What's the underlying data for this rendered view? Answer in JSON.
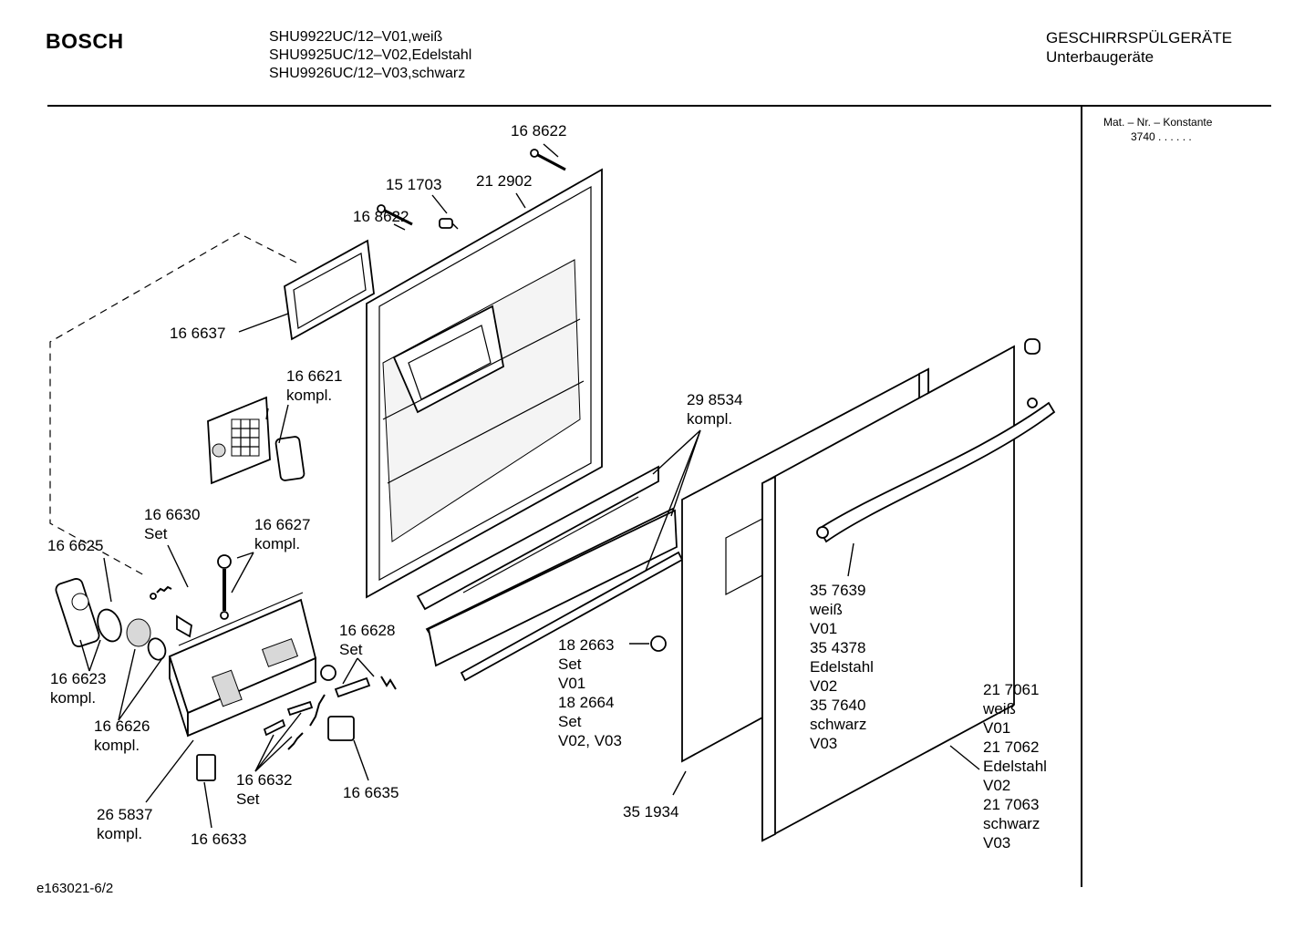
{
  "header": {
    "brand": "BOSCH",
    "models": [
      "SHU9922UC/12–V01,weiß",
      "SHU9925UC/12–V02,Edelstahl",
      "SHU9926UC/12–V03,schwarz"
    ],
    "category": [
      "GESCHIRRSPÜLGERÄTE",
      "Unterbaugeräte"
    ]
  },
  "mat_info": {
    "label": "Mat. – Nr. – Konstante",
    "value": "3740  .  .    .  .  .  ."
  },
  "footer": {
    "code": "e163021-6/2"
  },
  "callouts": [
    {
      "id": "c1",
      "lines": [
        "16 8622"
      ]
    },
    {
      "id": "c2",
      "lines": [
        "15 1703"
      ]
    },
    {
      "id": "c3",
      "lines": [
        "21 2902"
      ]
    },
    {
      "id": "c4",
      "lines": [
        "16 8622"
      ]
    },
    {
      "id": "c5",
      "lines": [
        "16 6637"
      ]
    },
    {
      "id": "c6",
      "lines": [
        "16 6621",
        "kompl."
      ]
    },
    {
      "id": "c7",
      "lines": [
        "29 8534",
        "kompl."
      ]
    },
    {
      "id": "c8",
      "lines": [
        "16 6630",
        "Set"
      ]
    },
    {
      "id": "c9",
      "lines": [
        "16 6627",
        "kompl."
      ]
    },
    {
      "id": "c10",
      "lines": [
        "16 6625"
      ]
    },
    {
      "id": "c11",
      "lines": [
        "16 6628",
        "Set"
      ]
    },
    {
      "id": "c12",
      "lines": [
        "16 6623",
        "kompl."
      ]
    },
    {
      "id": "c13",
      "lines": [
        "16 6626",
        "kompl."
      ]
    },
    {
      "id": "c14",
      "lines": [
        "16 6632",
        "Set"
      ]
    },
    {
      "id": "c15",
      "lines": [
        "16 6635"
      ]
    },
    {
      "id": "c16",
      "lines": [
        "26 5837",
        "kompl."
      ]
    },
    {
      "id": "c17",
      "lines": [
        "16 6633"
      ]
    },
    {
      "id": "c18",
      "lines": [
        "18 2663",
        "Set",
        "V01",
        "18 2664",
        "Set",
        "V02, V03"
      ]
    },
    {
      "id": "c19",
      "lines": [
        "35 1934"
      ]
    },
    {
      "id": "c20",
      "lines": [
        "35 7639",
        "weiß",
        "V01",
        "35 4378",
        "Edelstahl",
        "V02",
        "35 7640",
        "schwarz",
        "V03"
      ]
    },
    {
      "id": "c21",
      "lines": [
        "21 7061",
        "weiß",
        "V01",
        "21 7062",
        "Edelstahl",
        "V02",
        "21 7063",
        "schwarz",
        "V03"
      ]
    }
  ]
}
